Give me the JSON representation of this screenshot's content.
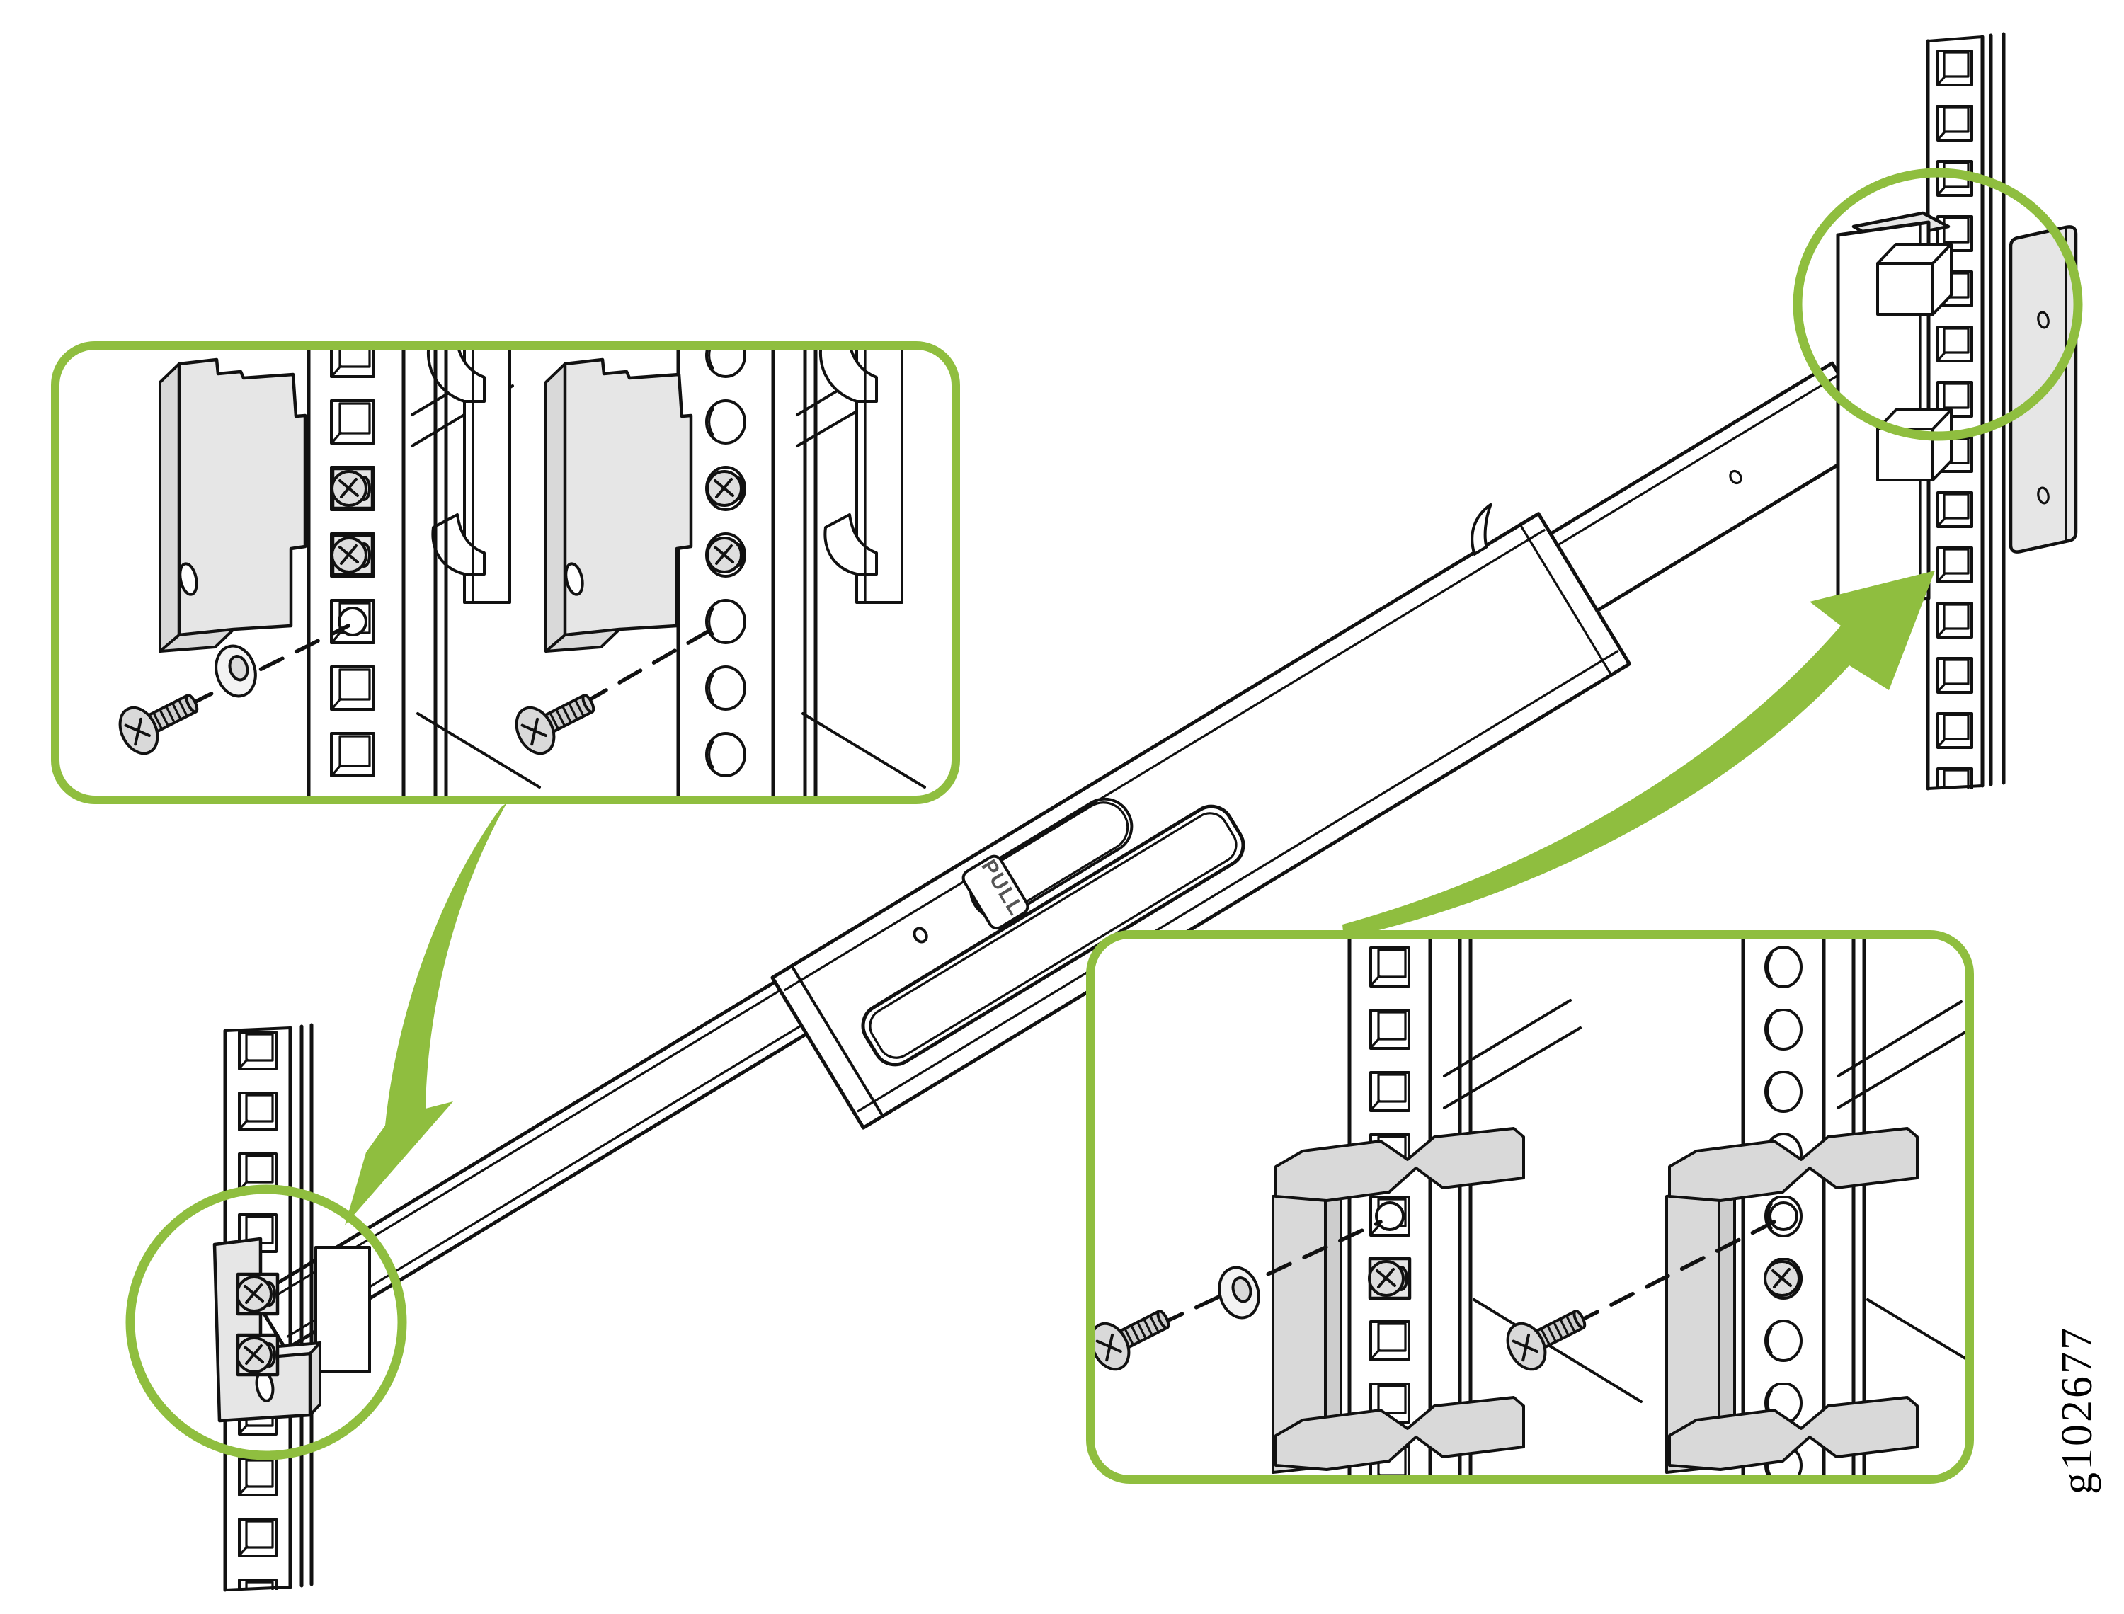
{
  "figure": {
    "id_label": "g102677",
    "type": "rack-rail-installation-diagram"
  },
  "rail": {
    "pull_tab_label": "PULL"
  },
  "colors": {
    "green": "#8FBE3F",
    "line": "#111111",
    "metal-light": "#E6E6E6",
    "metal-mid": "#D9D9D9",
    "metal-dark": "#CDCDCD",
    "background": "#FFFFFF"
  }
}
